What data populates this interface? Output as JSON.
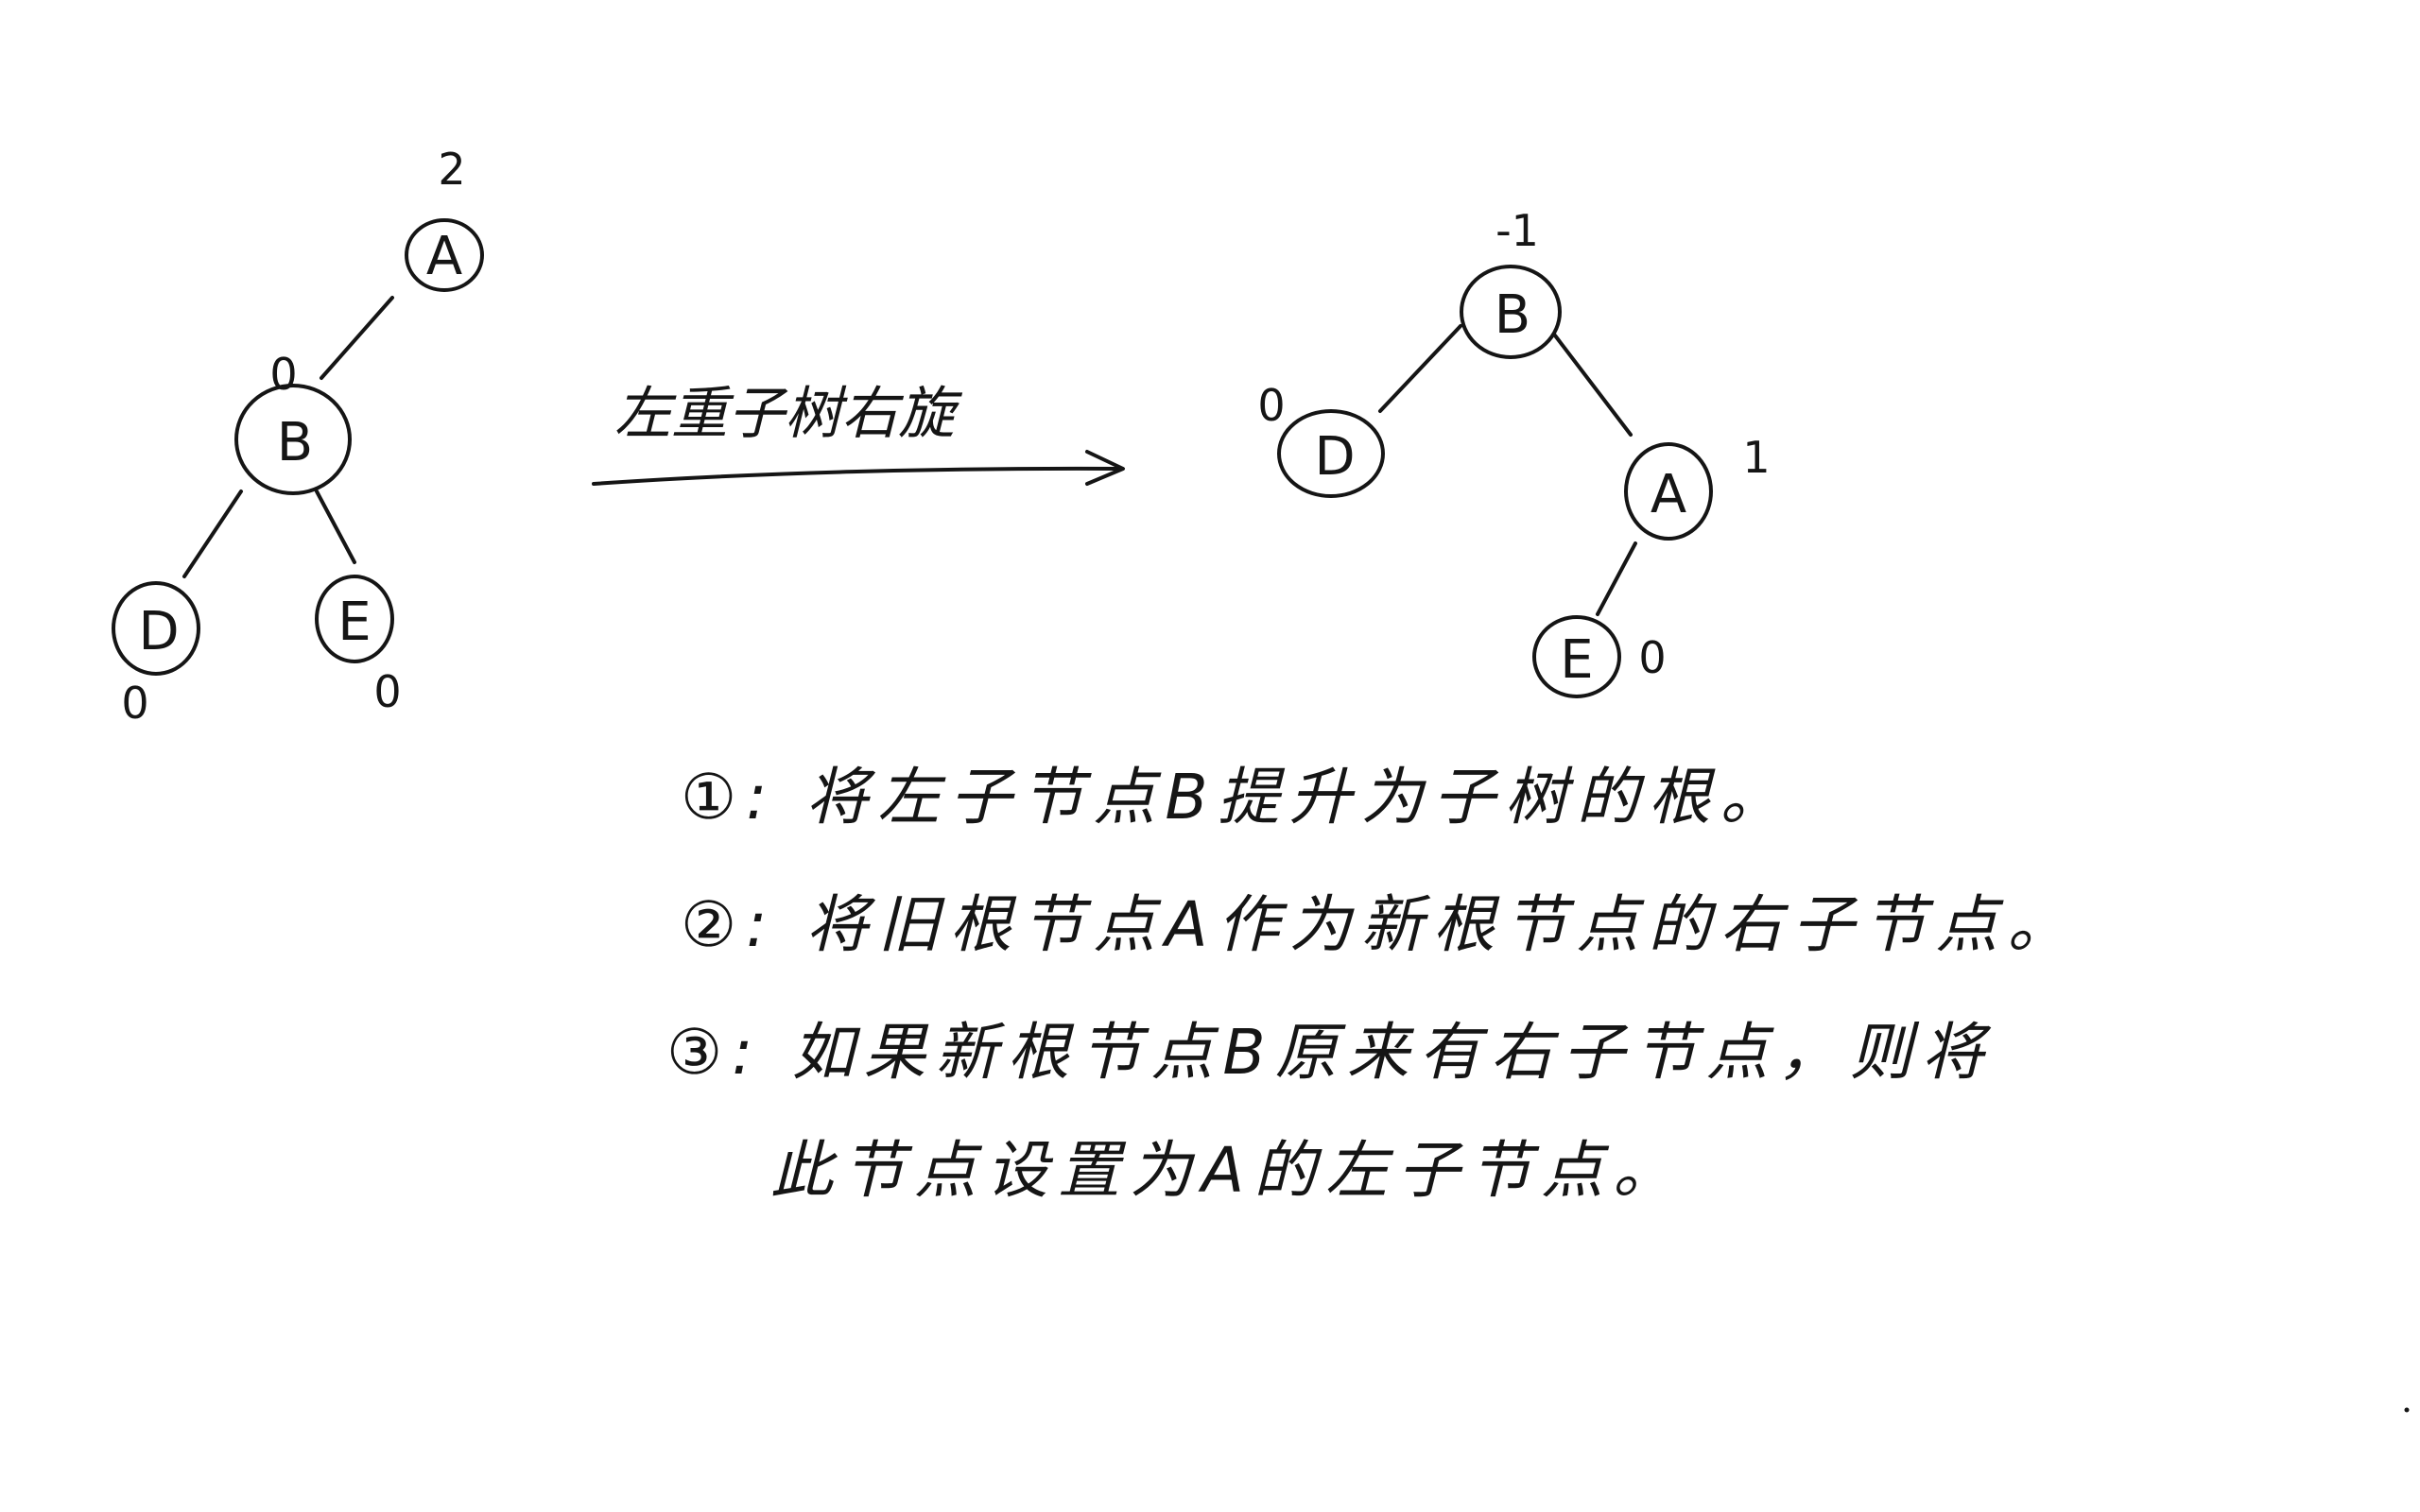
{
  "before_tree": {
    "nodes": [
      {
        "id": "A",
        "label": "A",
        "balance": "2"
      },
      {
        "id": "B",
        "label": "B",
        "balance": "0"
      },
      {
        "id": "D",
        "label": "D",
        "balance": "0"
      },
      {
        "id": "E",
        "label": "E",
        "balance": "0"
      }
    ]
  },
  "transition": {
    "caption": "左重子树右旋"
  },
  "after_tree": {
    "nodes": [
      {
        "id": "B",
        "label": "B",
        "balance": "-1"
      },
      {
        "id": "D",
        "label": "D",
        "balance": "0"
      },
      {
        "id": "A",
        "label": "A",
        "balance": "1"
      },
      {
        "id": "E",
        "label": "E",
        "balance": "0"
      }
    ]
  },
  "steps": [
    "①: 将左子节点B提升为子树的根。",
    "②: 将旧根节点A作为新根节点的右子节点。",
    "③: 如果新根节点B原来有右子节点，则将",
    "此节点设置为A的左子节点。"
  ]
}
